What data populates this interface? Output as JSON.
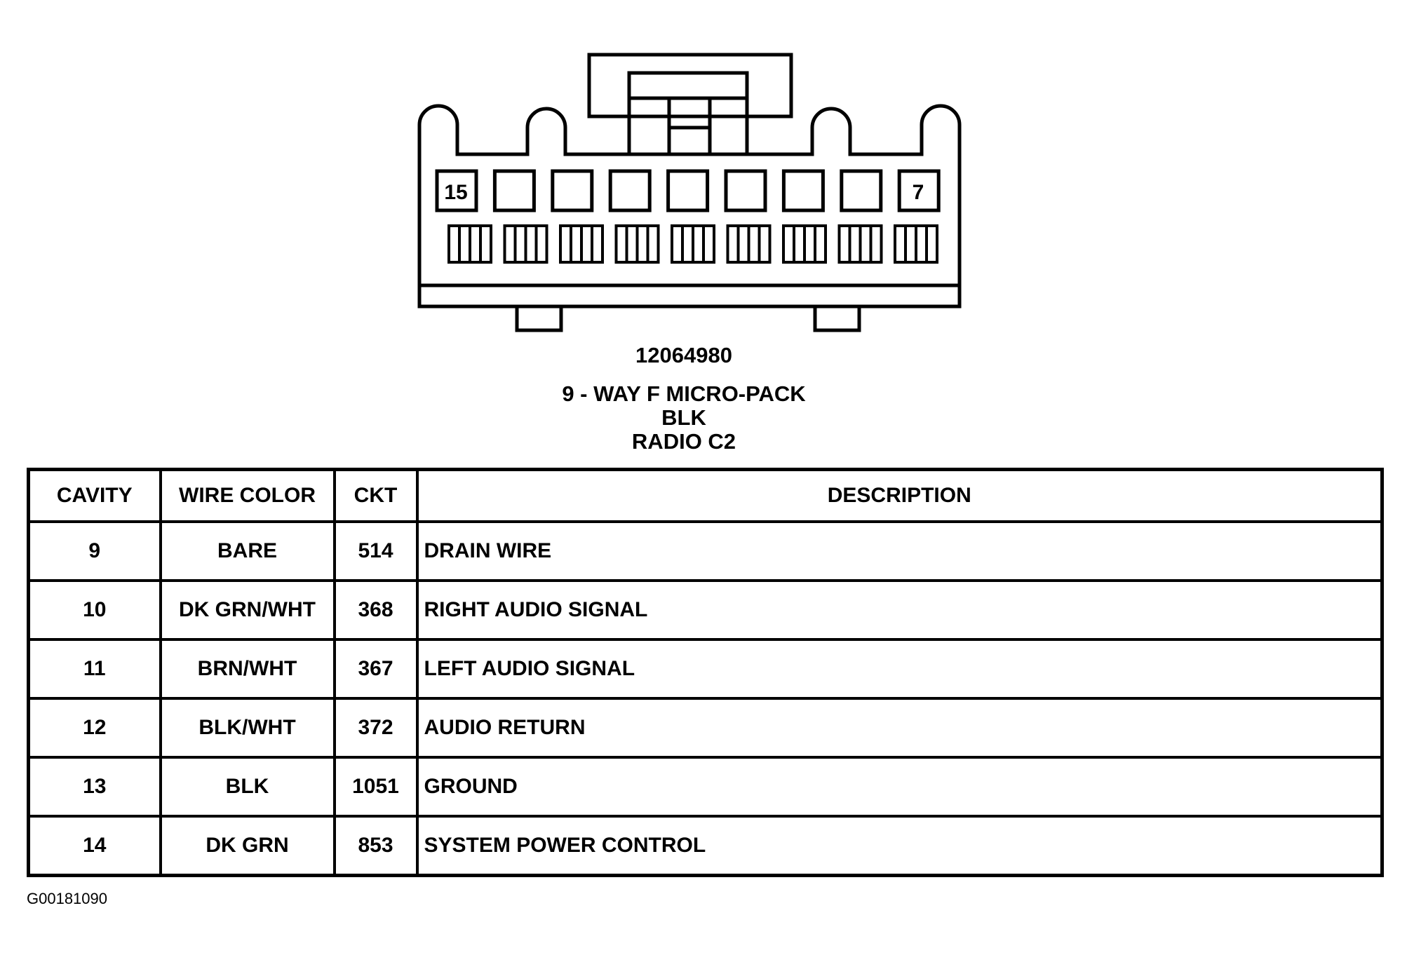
{
  "connector": {
    "cavity_labels": {
      "left": "15",
      "right": "7"
    },
    "part_number": "12064980",
    "description": "9 - WAY F MICRO-PACK",
    "color": "BLK",
    "name": "RADIO C2"
  },
  "table": {
    "headers": [
      "CAVITY",
      "WIRE COLOR",
      "CKT",
      "DESCRIPTION"
    ],
    "rows": [
      {
        "cavity": "9",
        "wire_color": "BARE",
        "ckt": "514",
        "description": "DRAIN WIRE"
      },
      {
        "cavity": "10",
        "wire_color": "DK GRN/WHT",
        "ckt": "368",
        "description": "RIGHT AUDIO SIGNAL"
      },
      {
        "cavity": "11",
        "wire_color": "BRN/WHT",
        "ckt": "367",
        "description": "LEFT AUDIO SIGNAL"
      },
      {
        "cavity": "12",
        "wire_color": "BLK/WHT",
        "ckt": "372",
        "description": "AUDIO RETURN"
      },
      {
        "cavity": "13",
        "wire_color": "BLK",
        "ckt": "1051",
        "description": "GROUND"
      },
      {
        "cavity": "14",
        "wire_color": "DK GRN",
        "ckt": "853",
        "description": "SYSTEM POWER CONTROL"
      }
    ]
  },
  "figure_code": "G00181090"
}
